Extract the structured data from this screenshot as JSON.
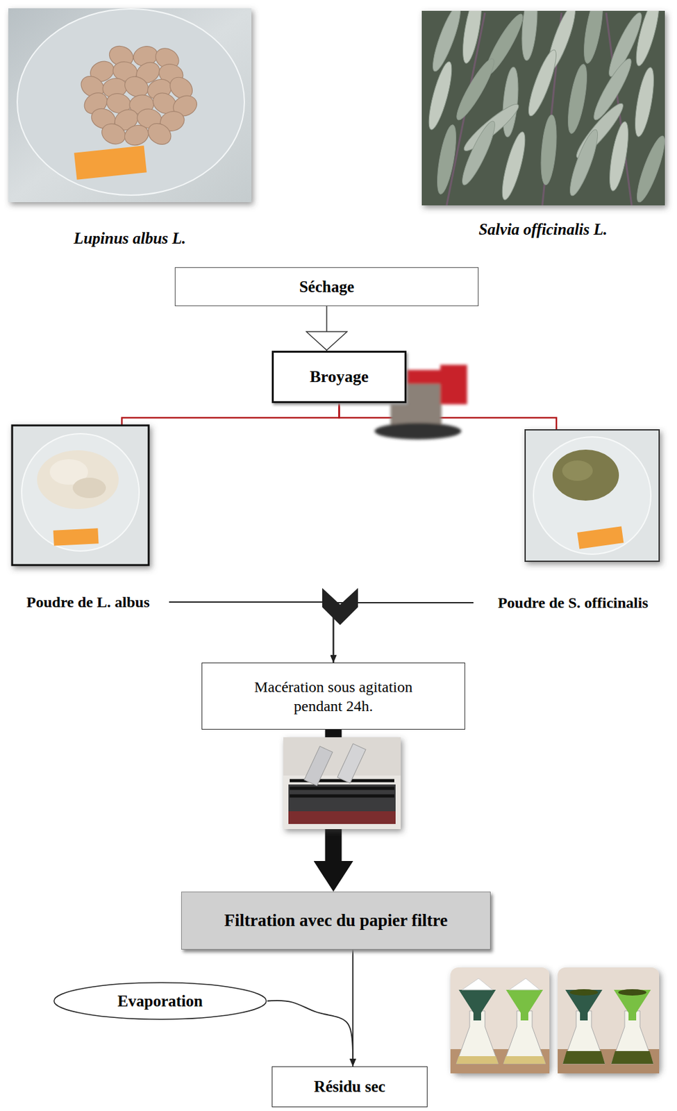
{
  "diagram": {
    "nodes": [
      {
        "text": [
          "Lupinus albus L."
        ]
      },
      {
        "text": [
          "Salvia officinalis L."
        ]
      },
      {
        "text": [
          "Séchage"
        ]
      },
      {
        "text": [
          "Broyage"
        ]
      },
      {
        "text": [
          "Poudre de L. albus"
        ]
      },
      {
        "text": [
          "Poudre de S. officinalis"
        ]
      },
      {
        "text": [
          "Macération sous agitation pendant 24h."
        ]
      },
      {
        "text": [
          "Filtration avec du papier filtre"
        ]
      },
      {
        "text": [
          "Evaporation"
        ]
      },
      {
        "text": [
          "Résidu sec"
        ]
      }
    ],
    "edges": [
      {
        "from": 2,
        "to": 3,
        "arrow": "to"
      },
      {
        "from": 3,
        "to": 4,
        "arrow": "none"
      },
      {
        "from": 3,
        "to": 5,
        "arrow": "none"
      },
      {
        "from": 4,
        "to": 6,
        "arrow": "to"
      },
      {
        "from": 5,
        "to": 6,
        "arrow": "to"
      },
      {
        "from": 6,
        "to": 7,
        "arrow": "to"
      },
      {
        "from": 7,
        "to": 9,
        "arrow": "to"
      },
      {
        "from": 8,
        "to": 9,
        "arrow": "to"
      }
    ]
  }
}
